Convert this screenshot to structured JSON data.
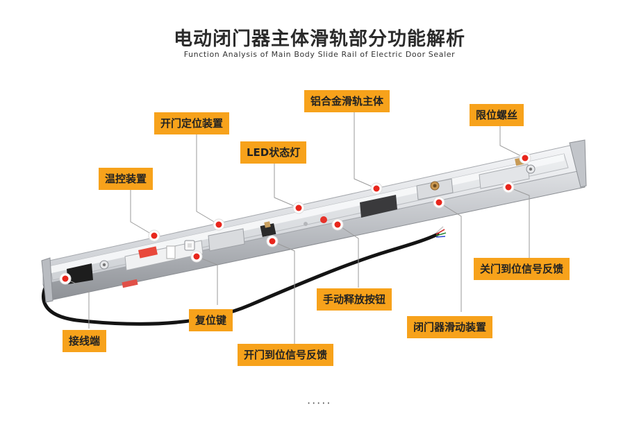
{
  "title": "电动闭门器主体滑轨部分功能解析",
  "subtitle": "Function Analysis of Main Body Slide Rail of Electric Door Sealer",
  "accent_color": "#f7a21b",
  "marker_color": "#e8261c",
  "labels": {
    "aluminum_body": "铝合金滑轨主体",
    "open_positioning": "开门定位装置",
    "limit_screw": "限位螺丝",
    "led_light": "LED状态灯",
    "temp_control": "温控装置",
    "close_feedback": "关门到位信号反馈",
    "manual_release": "手动释放按钮",
    "reset_key": "复位键",
    "closer_slider": "闭门器滑动装置",
    "terminal": "接线端",
    "open_feedback": "开门到位信号反馈"
  },
  "footer_dots": "·····"
}
